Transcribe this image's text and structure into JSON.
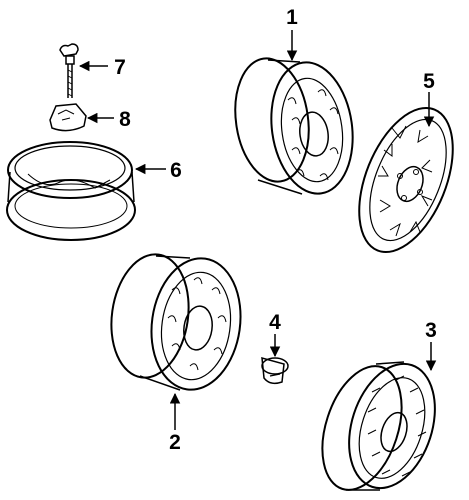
{
  "diagram": {
    "callouts": [
      {
        "id": "1",
        "text": "1"
      },
      {
        "id": "2",
        "text": "2"
      },
      {
        "id": "3",
        "text": "3"
      },
      {
        "id": "4",
        "text": "4"
      },
      {
        "id": "5",
        "text": "5"
      },
      {
        "id": "6",
        "text": "6"
      },
      {
        "id": "7",
        "text": "7"
      },
      {
        "id": "8",
        "text": "8"
      }
    ],
    "colors": {
      "ink": "#000000",
      "paper": "#ffffff"
    }
  }
}
